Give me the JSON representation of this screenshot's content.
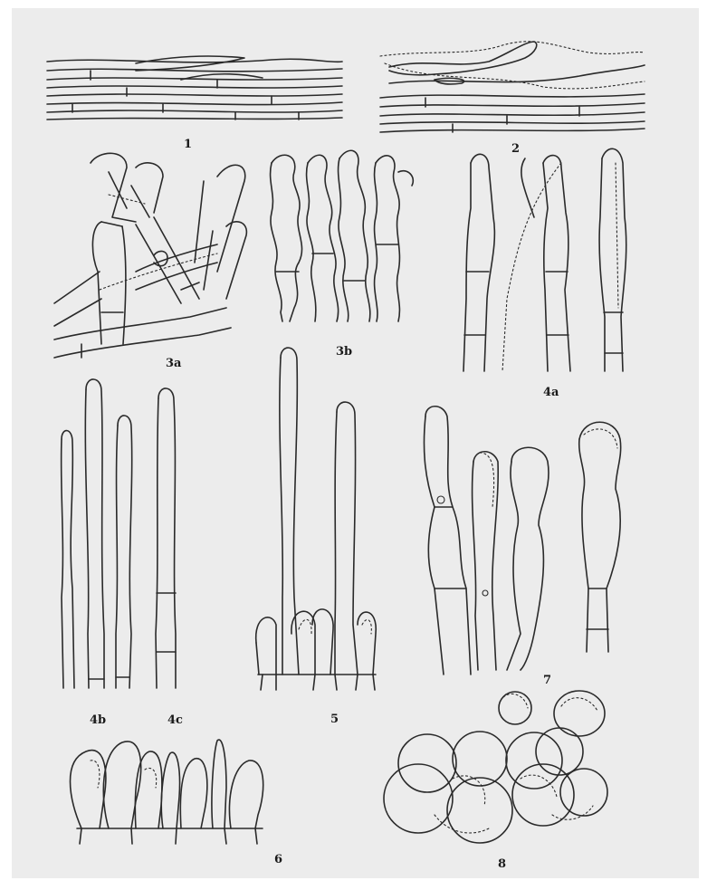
{
  "figure": {
    "labels": {
      "f1": "1",
      "f2": "2",
      "f3a": "3a",
      "f3b": "3b",
      "f4a": "4a",
      "f4b": "4b",
      "f4c": "4c",
      "f5": "5",
      "f6": "6",
      "f7": "7",
      "f8": "8"
    }
  }
}
